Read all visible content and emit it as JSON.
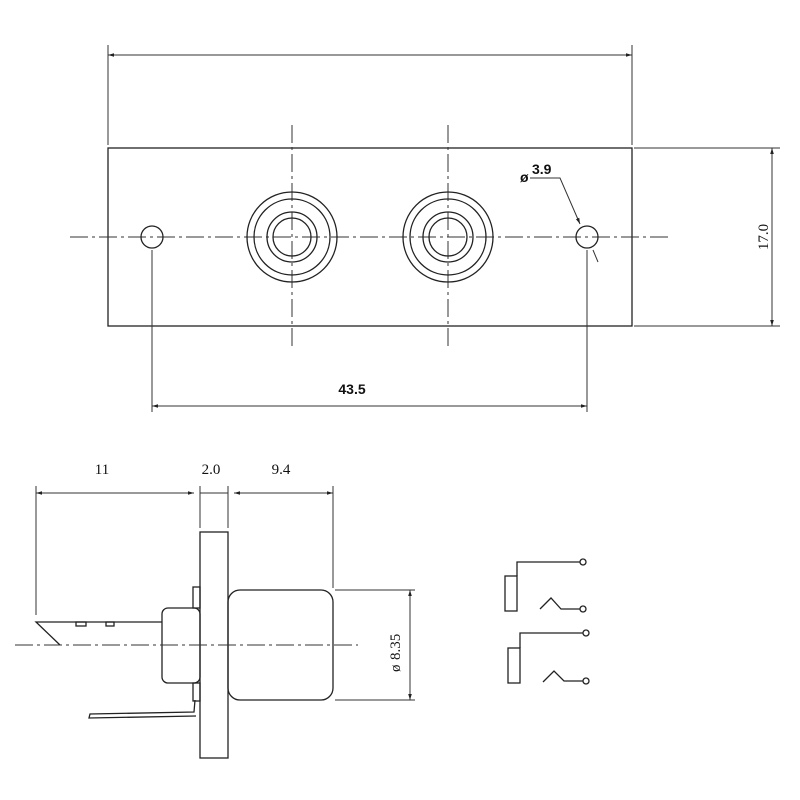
{
  "top_view": {
    "width_dim_label": "17.0",
    "hole_spacing_label": "43.5",
    "hole_diameter_label": "3.9",
    "diameter_symbol": "ø"
  },
  "side_view": {
    "pin_length_label": "11",
    "flange_thickness_label": "2.0",
    "body_length_label": "9.4",
    "body_diameter_label": "8.35",
    "diameter_symbol": "ø"
  },
  "colors": {
    "line": "#222222",
    "background": "#ffffff"
  }
}
